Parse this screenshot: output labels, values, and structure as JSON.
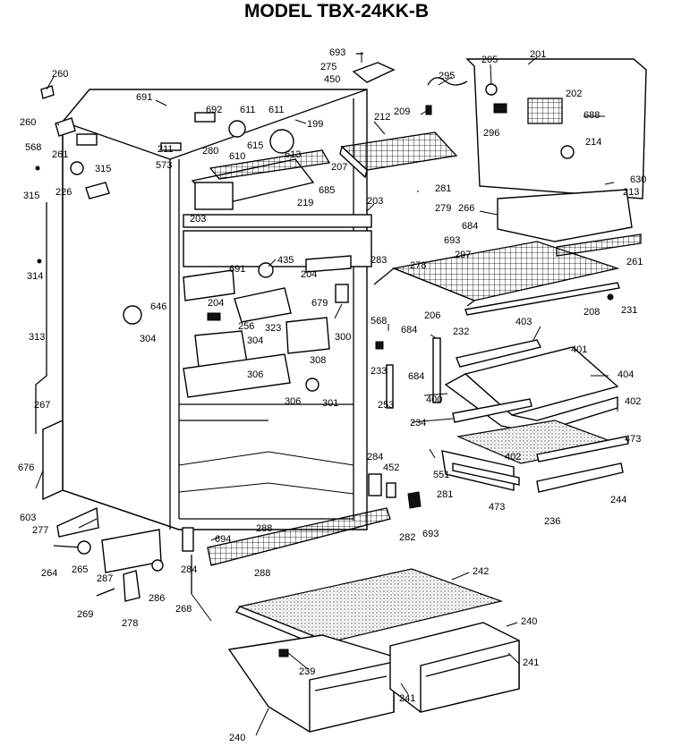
{
  "title": "MODEL TBX-24KK-B",
  "callouts": [
    "693",
    "275",
    "450",
    "295",
    "205",
    "201",
    "260",
    "691",
    "692",
    "611",
    "611",
    "199",
    "209",
    "202",
    "688",
    "212",
    "296",
    "260",
    "568",
    "261",
    "315",
    "211",
    "280",
    "610",
    "615",
    "613",
    "207",
    "214",
    "630",
    "573",
    "315",
    "226",
    "685",
    "281",
    "266",
    "213",
    "203",
    "219",
    "279",
    "684",
    "203",
    "693",
    "297",
    "314",
    "435",
    "283",
    "278",
    "691",
    "204",
    "261",
    "204",
    "679",
    "646",
    "256",
    "323",
    "206",
    "208",
    "231",
    "304",
    "304",
    "568",
    "300",
    "403",
    "313",
    "684",
    "232",
    "308",
    "401",
    "233",
    "684",
    "404",
    "306",
    "400",
    "402",
    "253",
    "306",
    "301",
    "267",
    "234",
    "473",
    "284",
    "452",
    "402",
    "551",
    "676",
    "473",
    "244",
    "281",
    "603",
    "277",
    "288",
    "694",
    "236",
    "282",
    "693",
    "264",
    "265",
    "287",
    "284",
    "288",
    "242",
    "286",
    "268",
    "269",
    "278",
    "240",
    "239",
    "241",
    "241",
    "240"
  ]
}
